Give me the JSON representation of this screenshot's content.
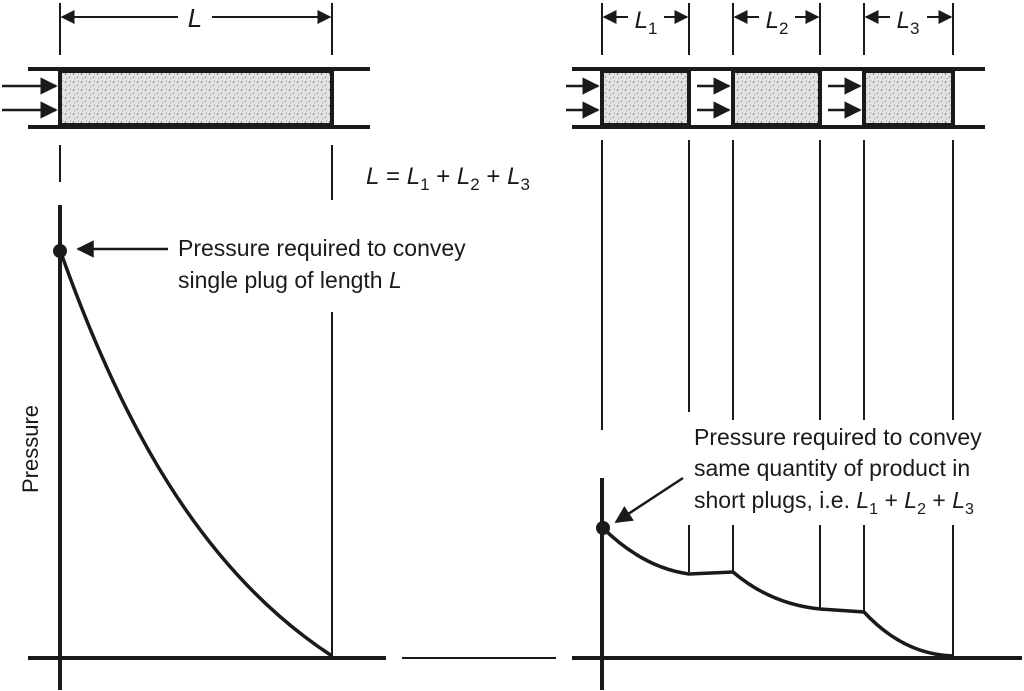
{
  "diagram": {
    "label_L": "L",
    "sub_1": "1",
    "sub_2": "2",
    "sub_3": "3",
    "equation": {
      "L": "L",
      "eq": " = ",
      "L1": "L",
      "s1": "1",
      "plus1": " + ",
      "L2": "L",
      "s2": "2",
      "plus2": " + ",
      "L3": "L",
      "s3": "3"
    },
    "axis_label": "Pressure",
    "annotation_single": {
      "line1": "Pressure required to convey",
      "line2_prefix": "single plug of length ",
      "line2_var": "L"
    },
    "annotation_multi": {
      "line1": "Pressure required to convey",
      "line2": "same quantity of product in",
      "line3_prefix": "short plugs, i.e. ",
      "L1": "L",
      "s1": "1",
      "plus1": " + ",
      "L2": "L",
      "s2": "2",
      "plus2": " + ",
      "L3": "L",
      "s3": "3"
    },
    "colors": {
      "ink": "#1a1a1a",
      "plug_fill": "#d9d9d9"
    }
  }
}
